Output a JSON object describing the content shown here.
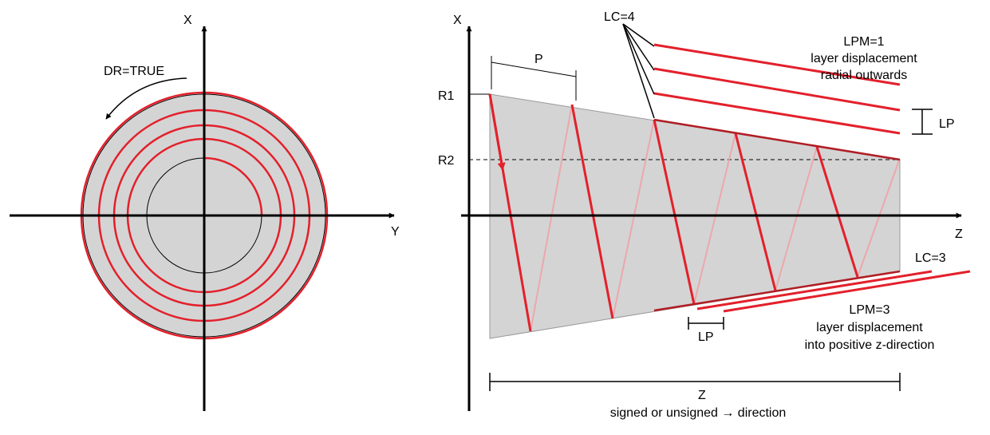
{
  "left_view": {
    "axis_x_label": "X",
    "axis_y_label": "Y",
    "direction_label": "DR=TRUE"
  },
  "right_view": {
    "axis_x_label": "X",
    "axis_z_label": "Z",
    "pitch_label": "P",
    "r1_label": "R1",
    "r2_label": "R2",
    "layer_count_top": "LC=4",
    "lpm1_line1": "LPM=1",
    "lpm1_line2": "layer displacement",
    "lpm1_line3": "radial outwards",
    "layer_pitch_label_top": "LP",
    "layer_count_bottom": "LC=3",
    "lpm3_line1": "LPM=3",
    "lpm3_line2": "layer displacement",
    "lpm3_line3": "into positive z-direction",
    "layer_pitch_label_bottom": "LP",
    "length_label": "Z",
    "length_note": "signed or unsigned → direction"
  },
  "colors": {
    "helix": "#e3202b",
    "helix_faded": "#eba8ac",
    "helix_dark": "#b11d24",
    "body_fill": "#d4d4d4",
    "axis": "#000000"
  }
}
